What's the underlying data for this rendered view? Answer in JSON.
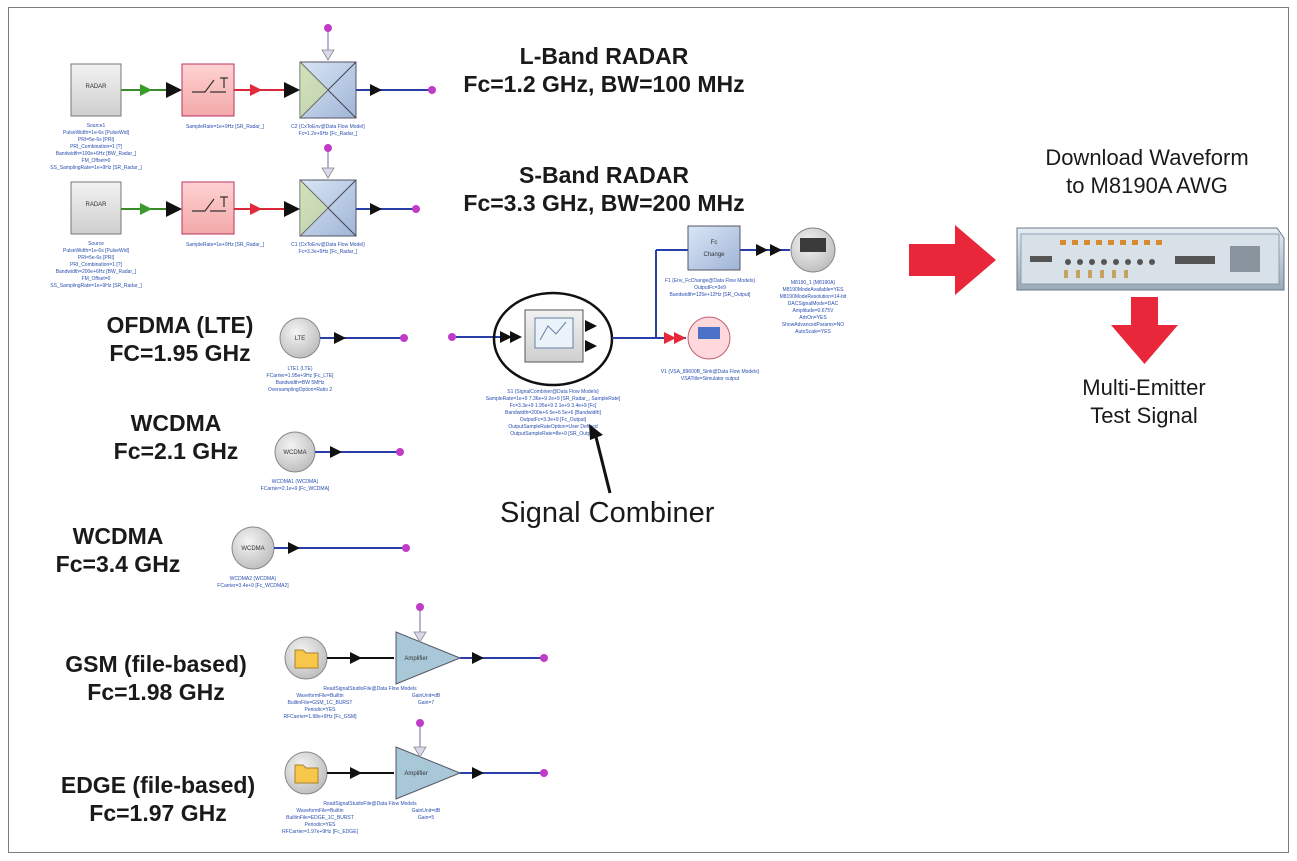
{
  "signals": {
    "l_band": {
      "line1": "L-Band RADAR",
      "line2": "Fc=1.2 GHz, BW=100 MHz"
    },
    "s_band": {
      "line1": "S-Band RADAR",
      "line2": "Fc=3.3 GHz, BW=200 MHz"
    },
    "ofdma": {
      "line1": "OFDMA (LTE)",
      "line2": "FC=1.95 GHz"
    },
    "wcdma1": {
      "line1": "WCDMA",
      "line2": "Fc=2.1 GHz"
    },
    "wcdma2": {
      "line1": "WCDMA",
      "line2": "Fc=3.4 GHz"
    },
    "gsm": {
      "line1": "GSM (file-based)",
      "line2": "Fc=1.98 GHz"
    },
    "edge": {
      "line1": "EDGE (file-based)",
      "line2": "Fc=1.97 GHz"
    }
  },
  "download": {
    "line1": "Download Waveform",
    "line2": "to M8190A AWG"
  },
  "output": {
    "line1": "Multi-Emitter",
    "line2": "Test Signal"
  },
  "combiner_label": "Signal Combiner",
  "blocks": {
    "radar": "RADAR",
    "lte": "LTE",
    "wcdma": "WCDMA",
    "fc_change": {
      "line1": "Fc",
      "line2": "Change"
    },
    "amplifier": "Amplifier"
  },
  "colors": {
    "arrow_red": "#e8283a",
    "wire_blue": "#2b3fa8",
    "wire_green": "#3a8a2a",
    "wire_red": "#d8283a",
    "port_magenta": "#c03cc8",
    "folder_yellow": "#f7c64a"
  }
}
